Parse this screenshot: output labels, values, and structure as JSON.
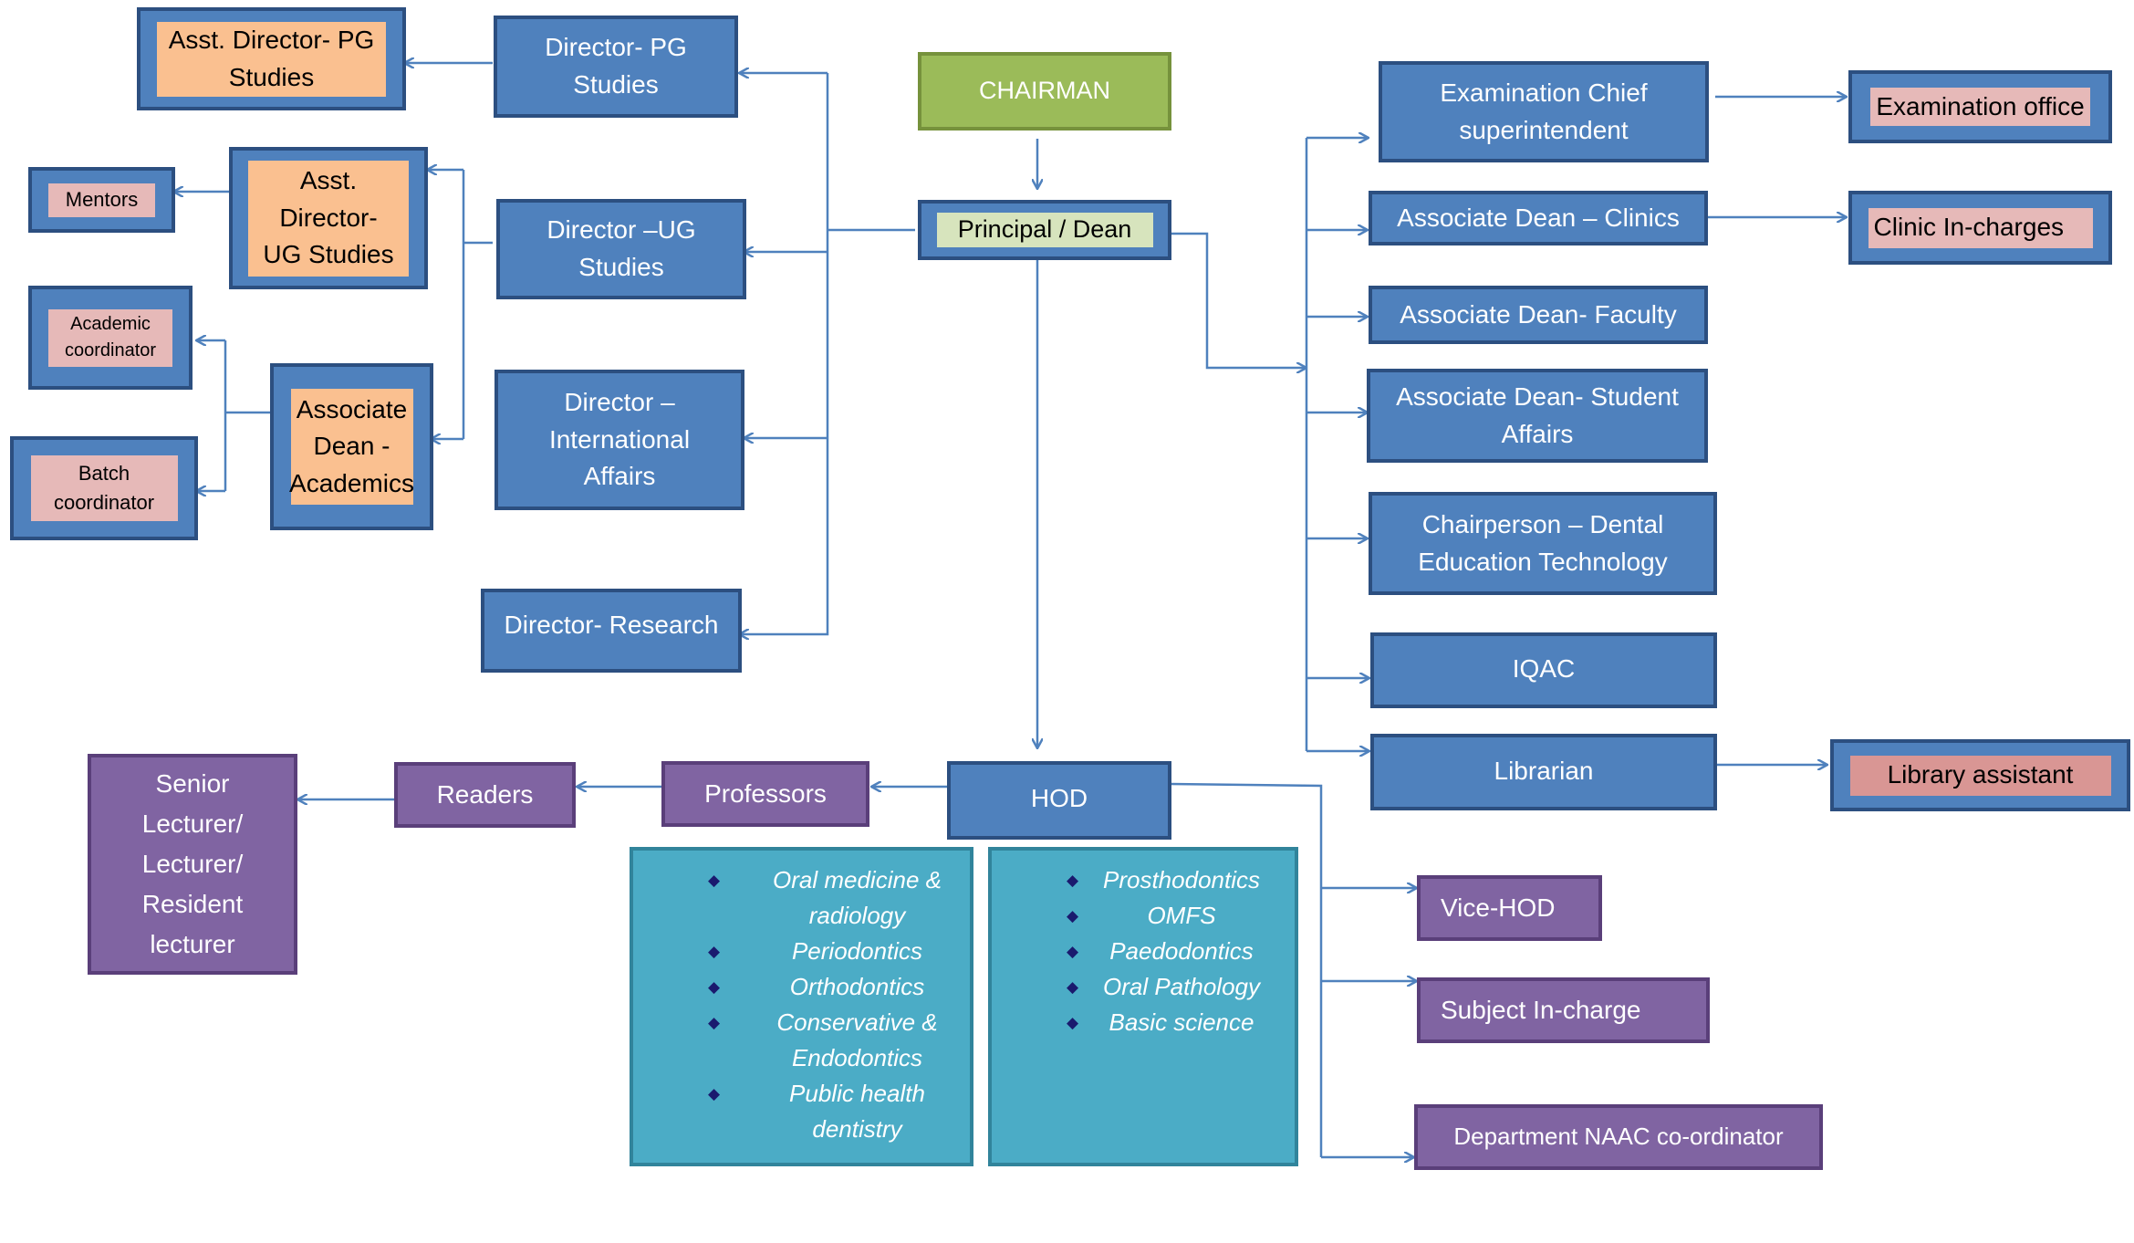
{
  "colors": {
    "box_blue": "#4f81bd",
    "box_purple": "#8064a2",
    "box_green": "#9bbb59",
    "box_teal": "#4bacc6",
    "inner_orange": "#fac090",
    "inner_pink": "#e6b9b8",
    "inner_light_green": "#d7e4bd",
    "connector": "#4f81bd"
  },
  "top": {
    "chairman": "CHAIRMAN",
    "principal": "Principal / Dean"
  },
  "left": {
    "director_pg": "Director- PG Studies",
    "asst_director_pg": "Asst. Director- PG Studies",
    "director_ug": "Director –UG Studies",
    "asst_director_ug": "Asst. Director- UG Studies",
    "mentors": "Mentors",
    "director_international": "Director – International Affairs",
    "associate_dean_academics": "Associate Dean - Academics",
    "academic_coordinator": "Academic coordinator",
    "batch_coordinator": "Batch coordinator",
    "director_research": "Director- Research"
  },
  "right": {
    "exam_chief": "Examination Chief superintendent",
    "exam_office": "Examination office",
    "assoc_dean_clinics": "Associate Dean – Clinics",
    "clinic_incharges": "Clinic In-charges",
    "assoc_dean_faculty": "Associate Dean- Faculty",
    "assoc_dean_student": "Associate Dean- Student Affairs",
    "chairperson_det": "Chairperson – Dental Education Technology",
    "iqac": "IQAC",
    "librarian": "Librarian",
    "library_assistant": "Library assistant"
  },
  "bottom": {
    "hod": "HOD",
    "professors": "Professors",
    "readers": "Readers",
    "senior_lecturer": "Senior Lecturer/ Lecturer/ Resident lecturer",
    "vice_hod": "Vice-HOD",
    "subject_incharge": "Subject In-charge",
    "dept_naac": "Department NAAC co-ordinator"
  },
  "departments_left": [
    "Oral medicine & radiology",
    "Periodontics",
    "Orthodontics",
    "Conservative & Endodontics",
    "Public health dentistry"
  ],
  "departments_right": [
    "Prosthodontics",
    "OMFS",
    "Paedodontics",
    "Oral Pathology",
    "Basic science"
  ]
}
